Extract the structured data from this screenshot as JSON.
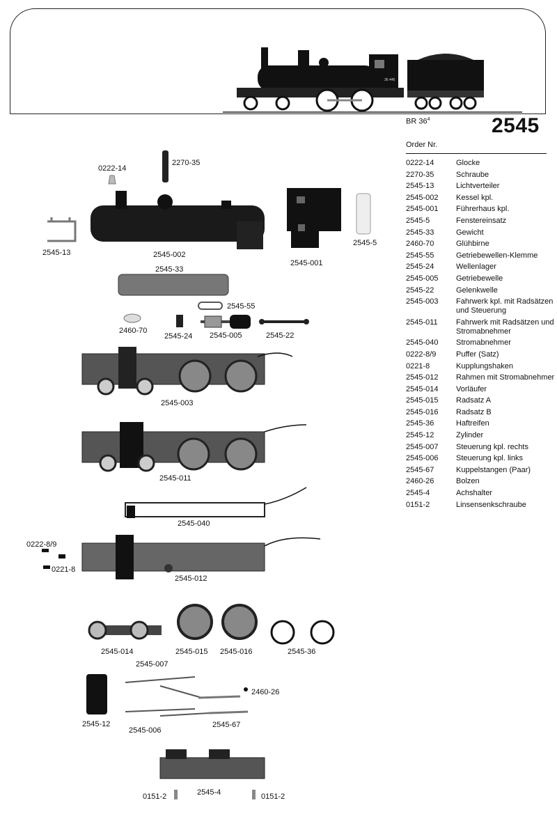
{
  "header": {
    "model": "BR 36",
    "model_sup": "4",
    "catalog_number": "2545",
    "order_label": "Order Nr."
  },
  "parts": [
    {
      "number": "0222-14",
      "name": "Glocke"
    },
    {
      "number": "2270-35",
      "name": "Schraube"
    },
    {
      "number": "2545-13",
      "name": "Lichtverteiler"
    },
    {
      "number": "2545-002",
      "name": "Kessel kpl."
    },
    {
      "number": "2545-001",
      "name": "Führerhaus kpl."
    },
    {
      "number": "2545-5",
      "name": "Fenstereinsatz"
    },
    {
      "number": "2545-33",
      "name": "Gewicht"
    },
    {
      "number": "2460-70",
      "name": "Glühbirne"
    },
    {
      "number": "2545-55",
      "name": "Getriebewellen-Klemme"
    },
    {
      "number": "2545-24",
      "name": "Wellenlager"
    },
    {
      "number": "2545-005",
      "name": "Getriebewelle"
    },
    {
      "number": "2545-22",
      "name": "Gelenkwelle"
    },
    {
      "number": "2545-003",
      "name": "Fahrwerk kpl. mit Radsätzen und Steuerung"
    },
    {
      "number": "2545-011",
      "name": "Fahrwerk mit Radsätzen und Stromabnehmer"
    },
    {
      "number": "2545-040",
      "name": "Stromabnehmer"
    },
    {
      "number": "0222-8/9",
      "name": "Puffer (Satz)"
    },
    {
      "number": "0221-8",
      "name": "Kupplungshaken"
    },
    {
      "number": "2545-012",
      "name": "Rahmen mit Stromabnehmer"
    },
    {
      "number": "2545-014",
      "name": "Vorläufer"
    },
    {
      "number": "2545-015",
      "name": "Radsatz A"
    },
    {
      "number": "2545-016",
      "name": "Radsatz B"
    },
    {
      "number": "2545-36",
      "name": "Haftreifen"
    },
    {
      "number": "2545-12",
      "name": "Zylinder"
    },
    {
      "number": "2545-007",
      "name": "Steuerung kpl. rechts"
    },
    {
      "number": "2545-006",
      "name": "Steuerung kpl. links"
    },
    {
      "number": "2545-67",
      "name": "Kuppelstangen (Paar)"
    },
    {
      "number": "2460-26",
      "name": "Bolzen"
    },
    {
      "number": "2545-4",
      "name": "Achshalter"
    },
    {
      "number": "0151-2",
      "name": "Linsensenkschraube"
    }
  ],
  "diagram_labels": {
    "l_0222_14": "0222-14",
    "l_2270_35": "2270-35",
    "l_2545_13": "2545-13",
    "l_2545_002": "2545-002",
    "l_2545_001": "2545-001",
    "l_2545_5": "2545-5",
    "l_2545_33": "2545-33",
    "l_2545_55": "2545-55",
    "l_2460_70": "2460-70",
    "l_2545_24": "2545-24",
    "l_2545_005": "2545-005",
    "l_2545_22": "2545-22",
    "l_2545_003": "2545-003",
    "l_2545_011": "2545-011",
    "l_2545_040": "2545-040",
    "l_0222_8_9": "0222-8/9",
    "l_0221_8": "0221-8",
    "l_2545_012": "2545-012",
    "l_2545_014": "2545-014",
    "l_2545_015": "2545-015",
    "l_2545_016": "2545-016",
    "l_2545_36": "2545-36",
    "l_2545_007": "2545-007",
    "l_2460_26": "2460-26",
    "l_2545_12": "2545-12",
    "l_2545_006": "2545-006",
    "l_2545_67": "2545-67",
    "l_0151_2_left": "0151-2",
    "l_2545_4": "2545-4",
    "l_0151_2_right": "0151-2"
  }
}
